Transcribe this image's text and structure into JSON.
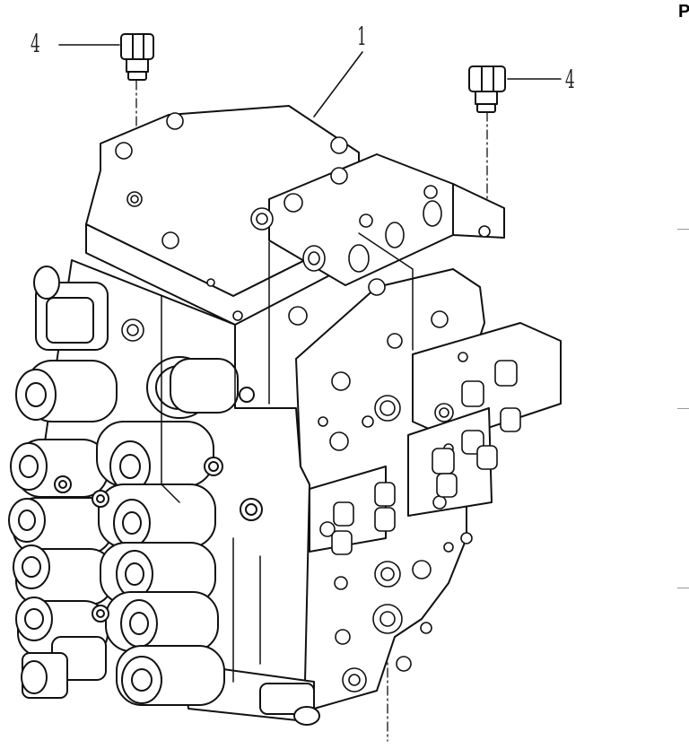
{
  "figure": {
    "callouts": {
      "valve_body": "1",
      "bolt_left": "4",
      "bolt_right": "4"
    },
    "corner_text": "P"
  }
}
